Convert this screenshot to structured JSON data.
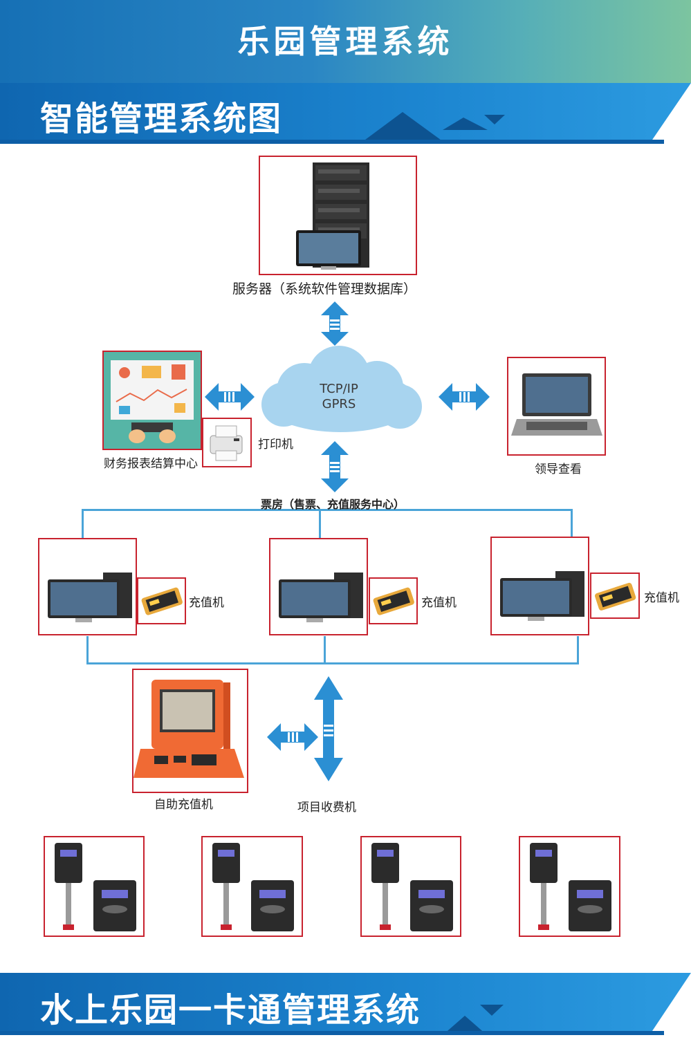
{
  "header": {
    "title": "乐园管理系统"
  },
  "section_top": {
    "title": "智能管理系统图"
  },
  "section_bottom": {
    "title": "水上乐园一卡通管理系统"
  },
  "diagram": {
    "server_label": "服务器（系统软件管理数据库）",
    "cloud_line1": "TCP/IP",
    "cloud_line2": "GPRS",
    "finance_label": "财务报表结算中心",
    "printer_label": "打印机",
    "leader_label": "领导查看",
    "ticket_office_label": "票房（售票、充值服务中心）",
    "recharge_labels": [
      "充值机",
      "充值机",
      "充值机"
    ],
    "self_service_label": "自助充值机",
    "fee_collector_label": "项目收费机"
  },
  "colors": {
    "header_blue": "#1670b5",
    "frame_red": "#c8222e",
    "arrow_blue": "#2b8fd3",
    "line_blue": "#4aa4d8"
  }
}
